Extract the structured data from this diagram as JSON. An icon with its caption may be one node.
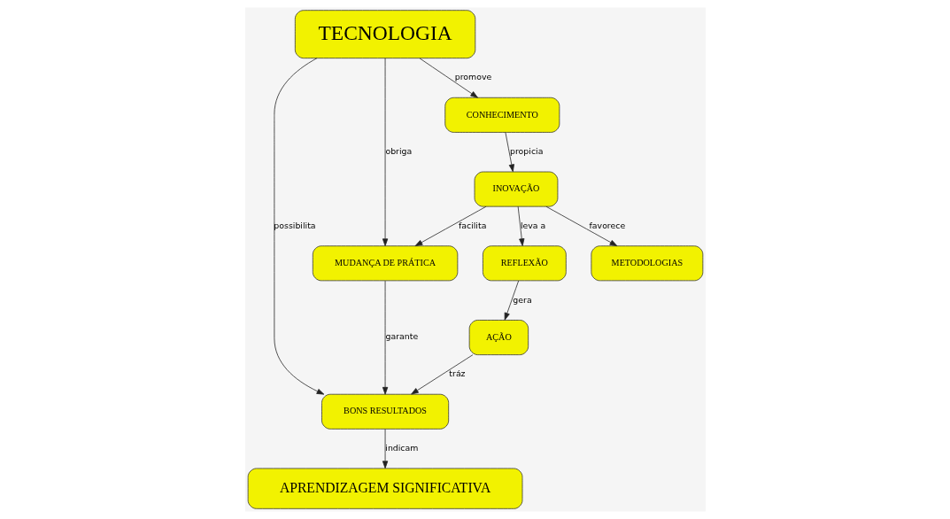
{
  "diagram": {
    "nodes": [
      {
        "text": [
          "TECNOLOGIA"
        ]
      },
      {
        "text": [
          "CONHECIMENTO"
        ]
      },
      {
        "text": [
          "MUDANÇA DE PRÁTICA"
        ]
      },
      {
        "text": [
          "BONS RESULTADOS"
        ]
      },
      {
        "text": [
          "INOVAÇÃO"
        ]
      },
      {
        "text": [
          "AÇÃO"
        ]
      },
      {
        "text": [
          "REFLEXÃO"
        ]
      },
      {
        "text": [
          "METODOLOGIAS"
        ]
      },
      {
        "text": [
          "APRENDIZAGEM SIGNIFICATIVA"
        ]
      }
    ],
    "edges": [
      {
        "from": 0,
        "to": 1,
        "arrow": "to",
        "label": "promove"
      },
      {
        "from": 0,
        "to": 2,
        "arrow": "to",
        "label": "obriga"
      },
      {
        "from": 0,
        "to": 3,
        "arrow": "to",
        "label": "possibilita"
      },
      {
        "from": 1,
        "to": 4,
        "arrow": "to",
        "label": "propicia"
      },
      {
        "from": 2,
        "to": 3,
        "arrow": "to",
        "label": "garante"
      },
      {
        "from": 4,
        "to": 2,
        "arrow": "to",
        "label": "facilita"
      },
      {
        "from": 4,
        "to": 6,
        "arrow": "to",
        "label": "leva a"
      },
      {
        "from": 6,
        "to": 5,
        "arrow": "to",
        "label": "gera"
      },
      {
        "from": 5,
        "to": 3,
        "arrow": "to",
        "label": "tráz"
      },
      {
        "from": 3,
        "to": 8,
        "arrow": "to",
        "label": "indicam"
      },
      {
        "from": 4,
        "to": 7,
        "arrow": "to",
        "label": "favorece"
      }
    ]
  }
}
